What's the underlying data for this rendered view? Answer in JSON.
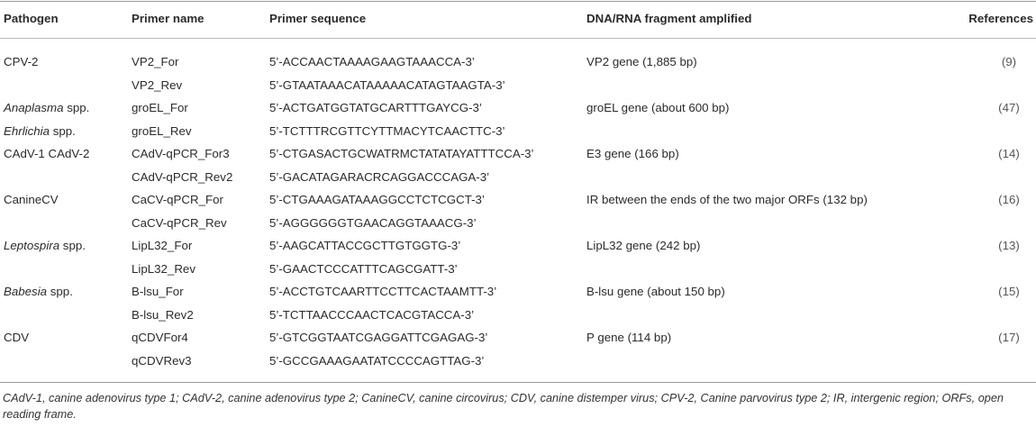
{
  "headers": {
    "pathogen": "Pathogen",
    "primer_name": "Primer name",
    "primer_sequence": "Primer sequence",
    "fragment": "DNA/RNA fragment amplified",
    "references": "References"
  },
  "rows": [
    {
      "pathogen": "CPV-2",
      "pathogen_italic": "",
      "pathogen_suffix": "",
      "name": "VP2_For",
      "sequence": "5’-ACCAACTAAAAGAAGTAAACCA-3’",
      "fragment": "VP2 gene (1,885 bp)",
      "ref": "(9)"
    },
    {
      "pathogen": "",
      "pathogen_italic": "",
      "pathogen_suffix": "",
      "name": "VP2_Rev",
      "sequence": "5’-GTAATAAACATAAAAACATAGTAAGTA-3’",
      "fragment": "",
      "ref": ""
    },
    {
      "pathogen": "",
      "pathogen_italic": "Anaplasma",
      "pathogen_suffix": " spp.",
      "name": "groEL_For",
      "sequence": "5’-ACTGATGGTATGCARTTTGAYCG-3’",
      "fragment": "groEL gene (about 600 bp)",
      "ref": "(47)"
    },
    {
      "pathogen": "",
      "pathogen_italic": "Ehrlichia",
      "pathogen_suffix": " spp.",
      "name": "groEL_Rev",
      "sequence": "5’-TCTTTRCGTTCYTTMACYTCAACTTC-3’",
      "fragment": "",
      "ref": ""
    },
    {
      "pathogen": "CAdV-1 CAdV-2",
      "pathogen_italic": "",
      "pathogen_suffix": "",
      "name": "CAdV-qPCR_For3",
      "sequence": "5’-CTGASACTGCWATRMCTATATAYATTTCCA-3’",
      "fragment": "E3 gene (166 bp)",
      "ref": "(14)"
    },
    {
      "pathogen": "",
      "pathogen_italic": "",
      "pathogen_suffix": "",
      "name": "CAdV-qPCR_Rev2",
      "sequence": "5’-GACATAGARACRCAGGACCCAGA-3’",
      "fragment": "",
      "ref": ""
    },
    {
      "pathogen": "CanineCV",
      "pathogen_italic": "",
      "pathogen_suffix": "",
      "name": "CaCV-qPCR_For",
      "sequence": "5’-CTGAAAGATAAAGGCCTCTCGCT-3’",
      "fragment": "IR between the ends of the two major ORFs (132 bp)",
      "ref": "(16)"
    },
    {
      "pathogen": "",
      "pathogen_italic": "",
      "pathogen_suffix": "",
      "name": "CaCV-qPCR_Rev",
      "sequence": "5’-AGGGGGGTGAACAGGTAAACG-3’",
      "fragment": "",
      "ref": ""
    },
    {
      "pathogen": "",
      "pathogen_italic": "Leptospira",
      "pathogen_suffix": " spp.",
      "name": "LipL32_For",
      "sequence": "5’-AAGCATTACCGCTTGTGGTG-3’",
      "fragment": "LipL32 gene (242 bp)",
      "ref": "(13)"
    },
    {
      "pathogen": "",
      "pathogen_italic": "",
      "pathogen_suffix": "",
      "name": "LipL32_Rev",
      "sequence": "5’-GAACTCCCATTTCAGCGATT-3’",
      "fragment": "",
      "ref": ""
    },
    {
      "pathogen": "",
      "pathogen_italic": "Babesia",
      "pathogen_suffix": " spp.",
      "name": "B-lsu_For",
      "sequence": "5’-ACCTGTCAARTTCCTTCACTAAMTT-3’",
      "fragment": "B-lsu gene (about 150 bp)",
      "ref": "(15)"
    },
    {
      "pathogen": "",
      "pathogen_italic": "",
      "pathogen_suffix": "",
      "name": "B-lsu_Rev2",
      "sequence": "5’-TCTTAACCCAACTCACGTACCA-3’",
      "fragment": "",
      "ref": ""
    },
    {
      "pathogen": "CDV",
      "pathogen_italic": "",
      "pathogen_suffix": "",
      "name": "qCDVFor4",
      "sequence": "5’-GTCGGTAATCGAGGATTCGAGAG-3’",
      "fragment": "P gene (114 bp)",
      "ref": "(17)"
    },
    {
      "pathogen": "",
      "pathogen_italic": "",
      "pathogen_suffix": "",
      "name": "qCDVRev3",
      "sequence": "5’-GCCGAAAGAATATCCCCAGTTAG-3’",
      "fragment": "",
      "ref": ""
    }
  ],
  "footnote": "CAdV-1, canine adenovirus type 1; CAdV-2, canine adenovirus type 2; CanineCV, canine circovirus; CDV, canine distemper virus; CPV-2, Canine parvovirus type 2; IR, intergenic region; ORFs, open reading frame."
}
